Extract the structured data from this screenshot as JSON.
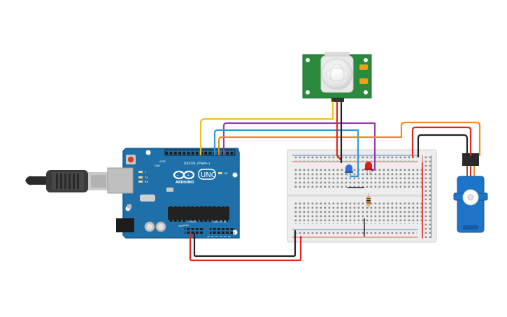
{
  "arduino": {
    "brand": "ARDUINO",
    "model": "UNO",
    "digital_label": "DIGITAL (PWM~)",
    "power_label": "POWER",
    "analog_label": "ANALOG IN",
    "aref": "AREF",
    "gnd": "GND",
    "tx": "TX",
    "rx": "RX",
    "l": "L",
    "on": "ON",
    "power_pins": [
      "IOREF",
      "RESET",
      "3V3",
      "5V",
      "GND",
      "GND",
      "VIN"
    ],
    "analog_pins": [
      "A0",
      "A1",
      "A2",
      "A3",
      "A4",
      "A5"
    ]
  },
  "colors": {
    "board": "#1f6fa8",
    "board_edge": "#175d8f",
    "wire_yellow": "#f2c01d",
    "wire_purple": "#8e3fa8",
    "wire_blue": "#2f9bd6",
    "wire_orange": "#ee8a1e",
    "wire_red": "#e0241b",
    "wire_black": "#222222",
    "sensor_pcb": "#2b8a3e",
    "servo_blue": "#1d74c8",
    "led_blue": "#2f6fd6",
    "led_red": "#d21f1f"
  },
  "icons": {
    "usb": "usb-cable-icon",
    "pir": "pir-sensor-icon",
    "servo": "servo-motor-icon"
  }
}
